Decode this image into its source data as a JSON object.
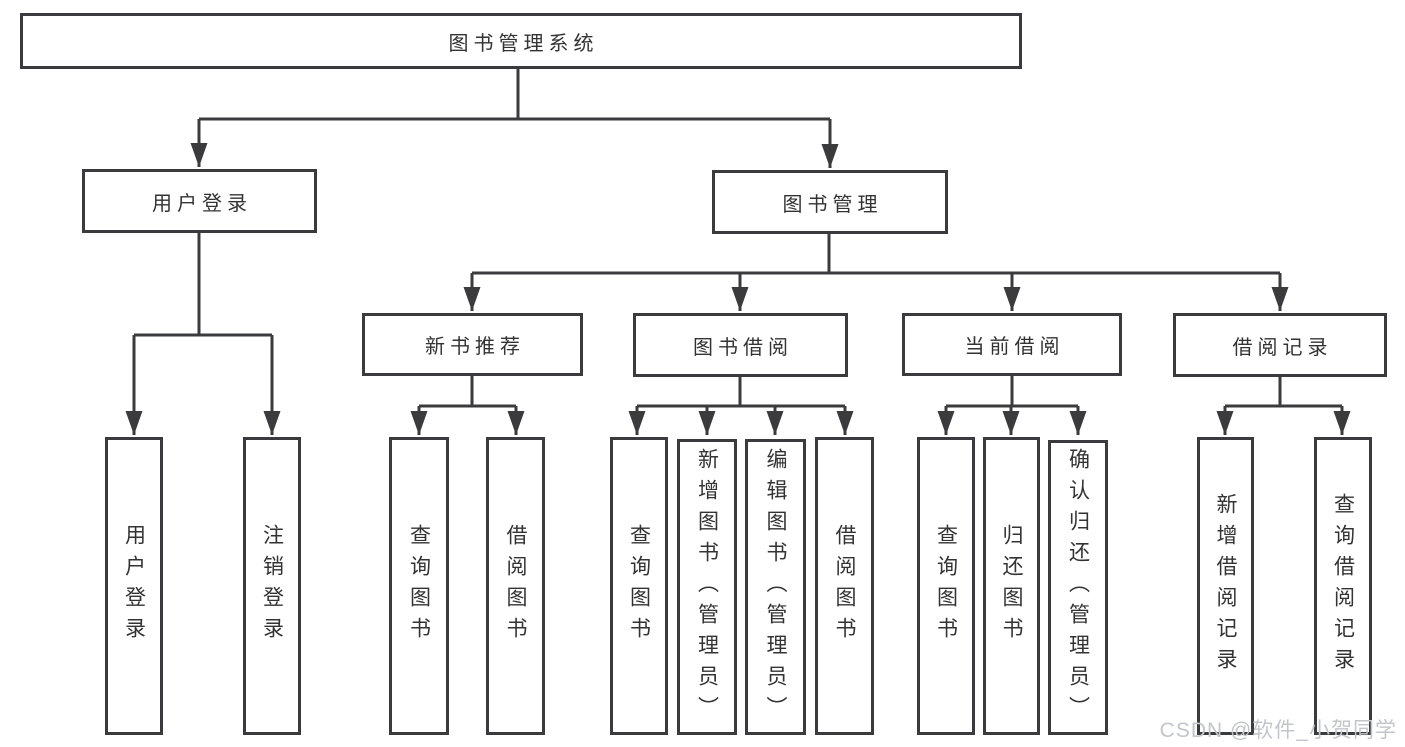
{
  "tree": {
    "label": "图书管理系统",
    "children": [
      {
        "label": "用户登录",
        "children": [
          {
            "label": "用户登录"
          },
          {
            "label": "注销登录"
          }
        ]
      },
      {
        "label": "图书管理",
        "children": [
          {
            "label": "新书推荐",
            "children": [
              {
                "label": "查询图书"
              },
              {
                "label": "借阅图书"
              }
            ]
          },
          {
            "label": "图书借阅",
            "children": [
              {
                "label": "查询图书"
              },
              {
                "label": "新增图书（管理员）"
              },
              {
                "label": "编辑图书（管理员）"
              },
              {
                "label": "借阅图书"
              }
            ]
          },
          {
            "label": "当前借阅",
            "children": [
              {
                "label": "查询图书"
              },
              {
                "label": "归还图书"
              },
              {
                "label": "确认归还（管理员）"
              }
            ]
          },
          {
            "label": "借阅记录",
            "children": [
              {
                "label": "新增借阅记录"
              },
              {
                "label": "查询借阅记录"
              }
            ]
          }
        ]
      }
    ]
  },
  "watermark": "CSDN @软件_小贺同学",
  "colors": {
    "line": "#3b3b3d",
    "text": "#333333",
    "background": "#ffffff",
    "watermark": "#c2c5ca"
  }
}
